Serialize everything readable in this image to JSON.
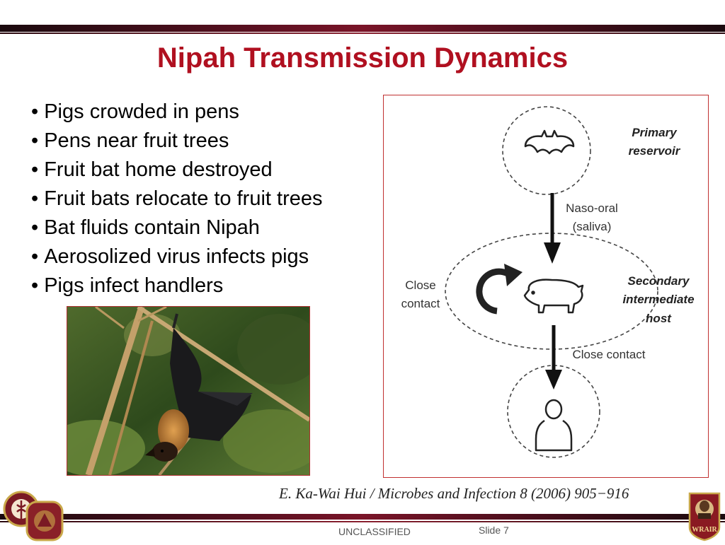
{
  "slide": {
    "title": "Nipah Transmission Dynamics",
    "bullets": [
      "Pigs crowded in pens",
      "Pens near fruit trees",
      "Fruit bat home destroyed",
      "Fruit bats relocate to fruit trees",
      "Bat fluids contain Nipah",
      "Aerosolized virus infects pigs",
      "Pigs infect handlers"
    ],
    "citation": "E. Ka-Wai Hui / Microbes and Infection 8 (2006) 905−916",
    "footer": {
      "classification": "UNCLASSIFIED",
      "slide_number": "Slide 7"
    },
    "logo_right_text": "WRAIR"
  },
  "diagram": {
    "primary_label_1": "Primary",
    "primary_label_2": "reservoir",
    "naso_label_1": "Naso-oral",
    "naso_label_2": "(saliva)",
    "close_contact_left_1": "Close",
    "close_contact_left_2": "contact",
    "secondary_label_1": "Secondary",
    "secondary_label_2": "intermediate",
    "secondary_label_3": "host",
    "close_contact_lower": "Close contact"
  },
  "colors": {
    "title": "#b01020",
    "accent_bar": "#7a1428",
    "diagram_border": "#c03030"
  }
}
